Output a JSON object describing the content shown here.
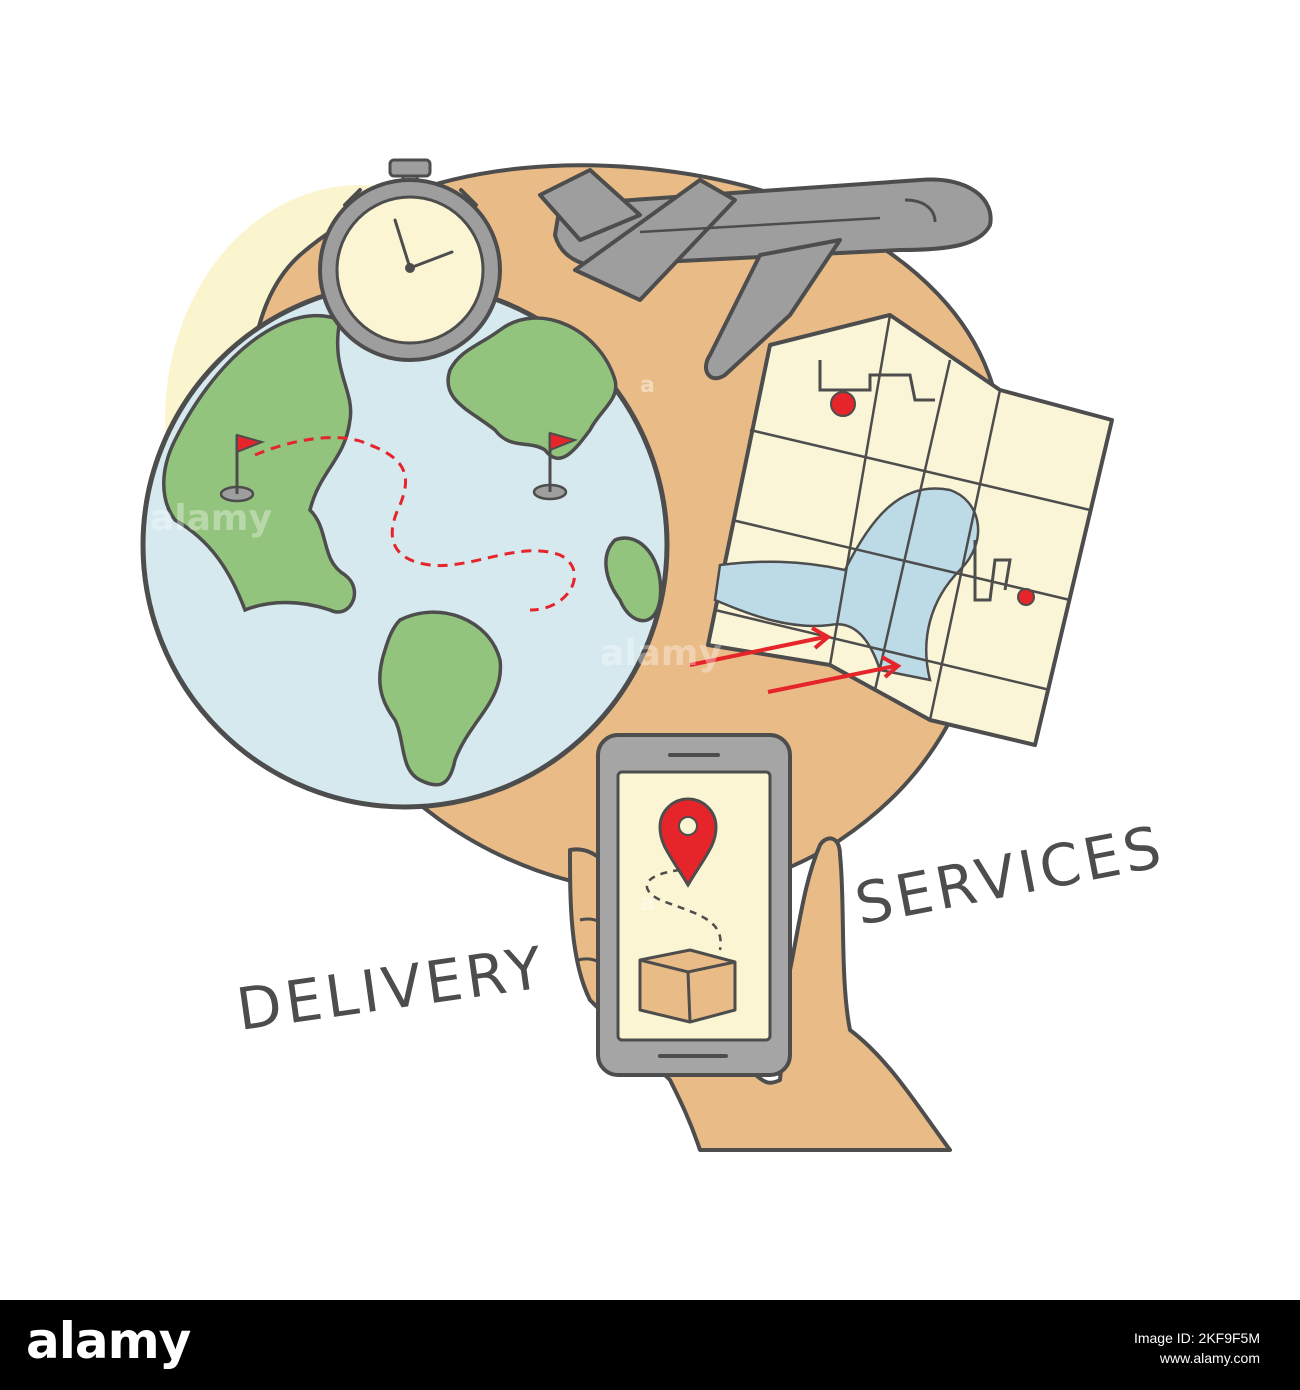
{
  "headline": {
    "word_1": "DELIVERY",
    "word_2": "SERVICES"
  },
  "watermark": {
    "text": "alamy",
    "letter": "a"
  },
  "footer": {
    "logo": "alamy",
    "image_id_line": "Image ID: 2KF9F5M",
    "site": "www.alamy.com"
  },
  "icons": [
    "globe-icon",
    "stopwatch-icon",
    "airplane-icon",
    "map-icon",
    "smartphone-icon",
    "hand-icon",
    "location-pin-icon",
    "parcel-box-icon",
    "flag-icon"
  ],
  "colors": {
    "outline": "#4d4d4d",
    "backdrop_tan": "#e9bb86",
    "backdrop_cream": "#fbf5cf",
    "ocean": "#d5e9ef",
    "land": "#93c47d",
    "accent_red": "#e5252a",
    "plane_gray": "#9e9e9e",
    "paper": "#faf5d6"
  }
}
